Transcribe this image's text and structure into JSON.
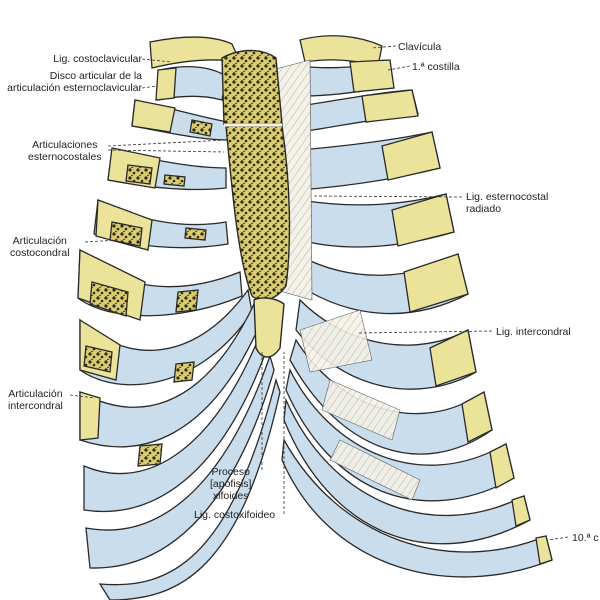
{
  "labels": {
    "lig_costoclavicular": "Lig. costoclavicular",
    "disco_line1": "Disco articular de la",
    "disco_line2": "articulación esternoclavicular",
    "art_esterno_line1": "Articulaciones",
    "art_esterno_line2": "esternocostales",
    "art_costo_line1": "Articulación",
    "art_costo_line2": "costocondral",
    "art_inter_line1": "Articulación",
    "art_inter_line2": "intercondral",
    "clavicula": "Clavícula",
    "primera_costilla": "1.ª costilla",
    "lig_radiado_line1": "Lig. esternocostal",
    "lig_radiado_line2": "radiado",
    "lig_intercondral": "Lig. intercondral",
    "proceso_line1": "Proceso",
    "proceso_line2": "[apófisis]",
    "proceso_line3": "xifoides",
    "lig_costoxifoideo": "Lig. costoxifoideo",
    "decima_costilla": "10.ª c"
  },
  "colors": {
    "cartilage": "#c9ddec",
    "bone_yellow": "#ece39a",
    "sternum": "#d7cb6e",
    "sternum_dots": "#2f2a14",
    "ligament": "#f2f2ea",
    "outline": "#2a2a2a"
  }
}
